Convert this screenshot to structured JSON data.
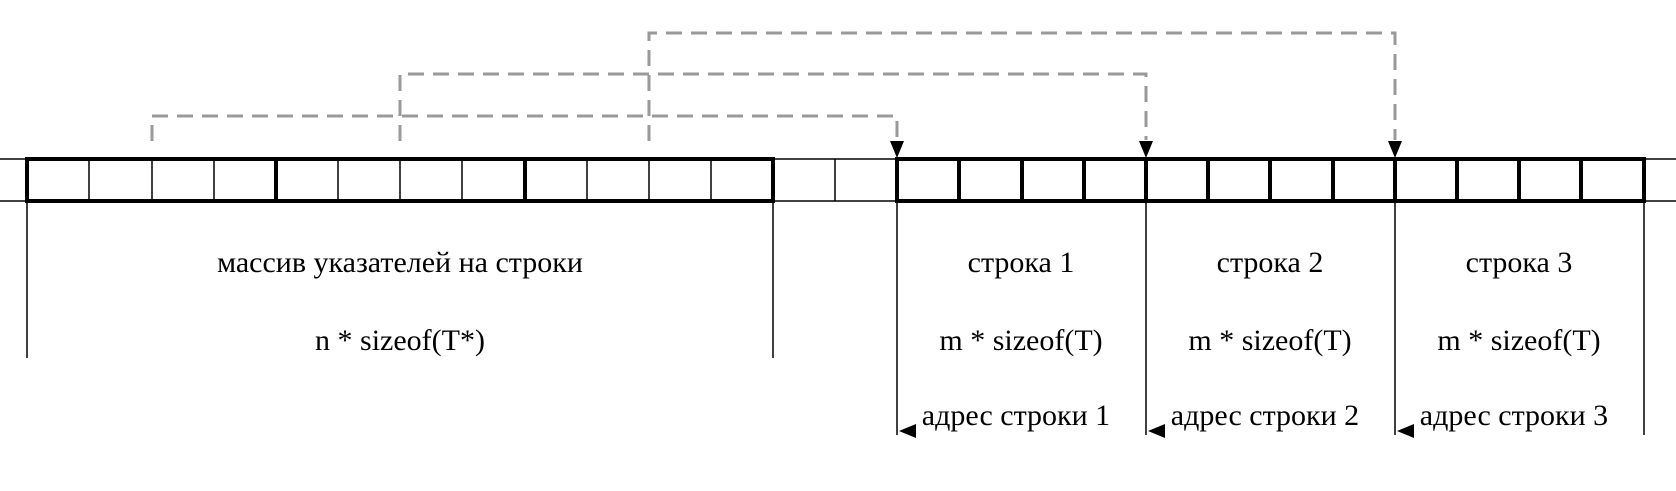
{
  "diagram": {
    "pointer_block": {
      "label": "массив указателей на строки",
      "size": "n * sizeof(T*)"
    },
    "rows": [
      {
        "label": "строка 1",
        "size": "m * sizeof(T)",
        "address": "адрес строки 1"
      },
      {
        "label": "строка 2",
        "size": "m * sizeof(T)",
        "address": "адрес строки 2"
      },
      {
        "label": "строка 3",
        "size": "m * sizeof(T)",
        "address": "адрес строки 3"
      }
    ],
    "colors": {
      "line": "#000000",
      "pointer_link": "#999999"
    }
  }
}
